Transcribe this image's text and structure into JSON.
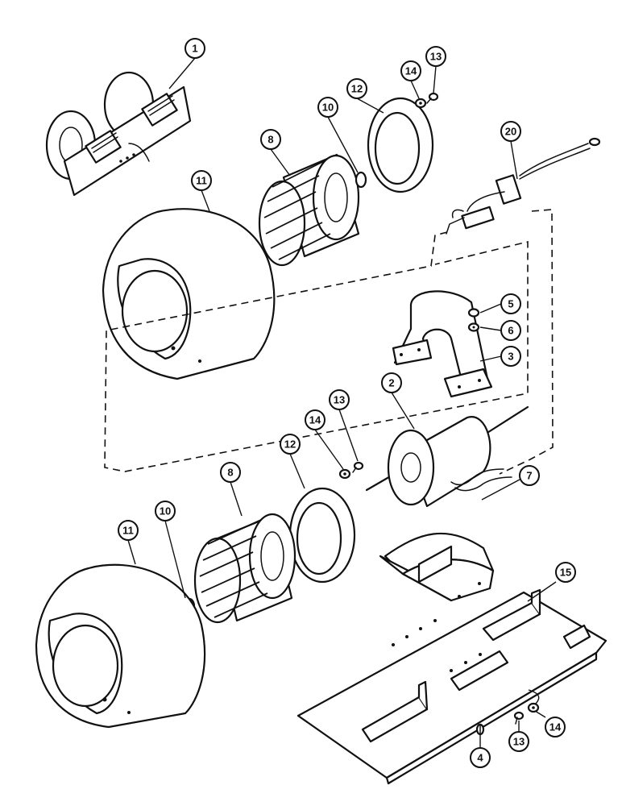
{
  "callouts": [
    {
      "id": "c1",
      "label": "1"
    },
    {
      "id": "c20",
      "label": "20"
    },
    {
      "id": "c13a",
      "label": "13"
    },
    {
      "id": "c14a",
      "label": "14"
    },
    {
      "id": "c12a",
      "label": "12"
    },
    {
      "id": "c10a",
      "label": "10"
    },
    {
      "id": "c8a",
      "label": "8"
    },
    {
      "id": "c11a",
      "label": "11"
    },
    {
      "id": "c5",
      "label": "5"
    },
    {
      "id": "c6",
      "label": "6"
    },
    {
      "id": "c3",
      "label": "3"
    },
    {
      "id": "c2",
      "label": "2"
    },
    {
      "id": "c13b",
      "label": "13"
    },
    {
      "id": "c14b",
      "label": "14"
    },
    {
      "id": "c12b",
      "label": "12"
    },
    {
      "id": "c8b",
      "label": "8"
    },
    {
      "id": "c10b",
      "label": "10"
    },
    {
      "id": "c11b",
      "label": "11"
    },
    {
      "id": "c7",
      "label": "7"
    },
    {
      "id": "c15",
      "label": "15"
    },
    {
      "id": "c4",
      "label": "4"
    },
    {
      "id": "c13c",
      "label": "13"
    },
    {
      "id": "c14c",
      "label": "14"
    }
  ]
}
